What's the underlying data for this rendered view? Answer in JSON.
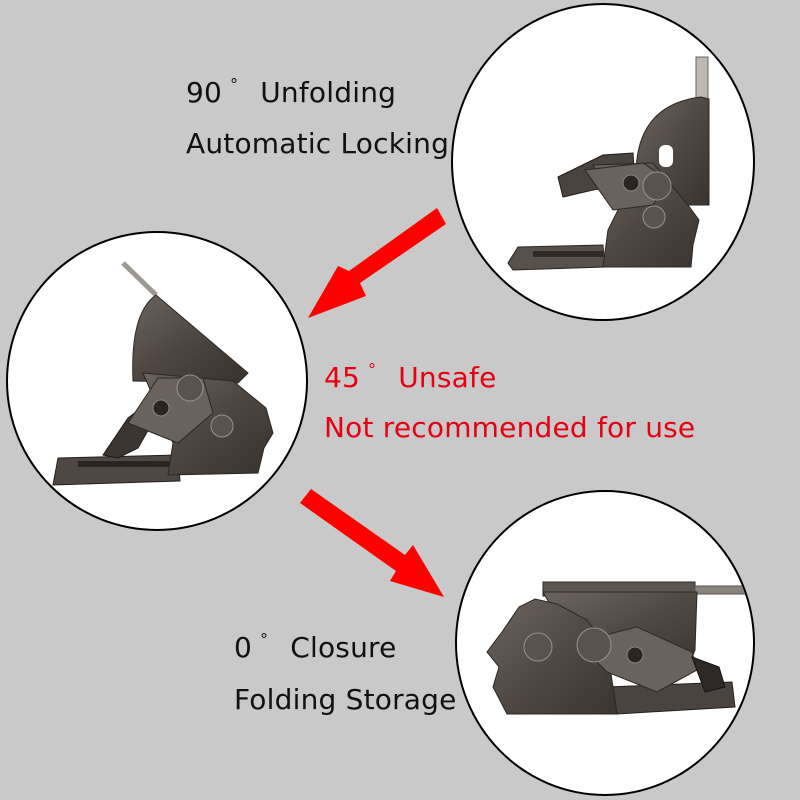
{
  "background_color": "#c9c9c9",
  "accent_color": "#ff0000",
  "states": [
    {
      "id": "unfolded",
      "angle": "90",
      "degree_symbol": "°",
      "title": "Unfolding",
      "subtitle": "Automatic Locking",
      "text_color": "#111111",
      "image": "hinge-90-degree-locked-icon"
    },
    {
      "id": "half",
      "angle": "45",
      "degree_symbol": "°",
      "title": "Unsafe",
      "subtitle": "Not recommended for use",
      "text_color": "#e60012",
      "image": "hinge-45-degree-icon"
    },
    {
      "id": "closed",
      "angle": "0",
      "degree_symbol": "°",
      "title": "Closure",
      "subtitle": "Folding Storage",
      "text_color": "#111111",
      "image": "hinge-0-degree-folded-icon"
    }
  ],
  "arrows": [
    {
      "name": "arrow-90-to-45",
      "direction": "down-left"
    },
    {
      "name": "arrow-45-to-0",
      "direction": "down-right"
    }
  ]
}
